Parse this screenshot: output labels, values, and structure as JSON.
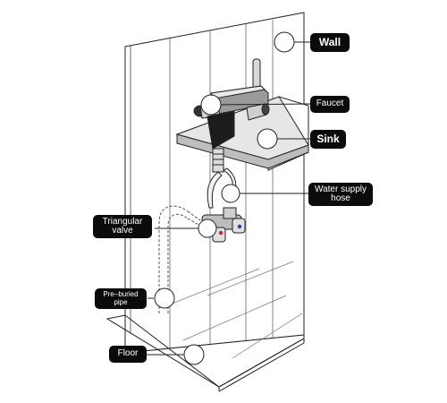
{
  "labels": {
    "wall": "Wall",
    "faucet": "Faucet",
    "sink": "Sink",
    "water_supply_hose": [
      "Water supply",
      "hose"
    ],
    "triangular_valve": [
      "Triangular",
      "valve"
    ],
    "pre_buried_pipe": [
      "Pre–buried",
      "pipe"
    ],
    "floor": "Floor"
  },
  "colors": {
    "label_bg": "#0b0b0b",
    "label_text": "#ffffff",
    "outline": "#222222",
    "hot_valve": "#d4202a",
    "cold_valve": "#1f3fbf"
  }
}
